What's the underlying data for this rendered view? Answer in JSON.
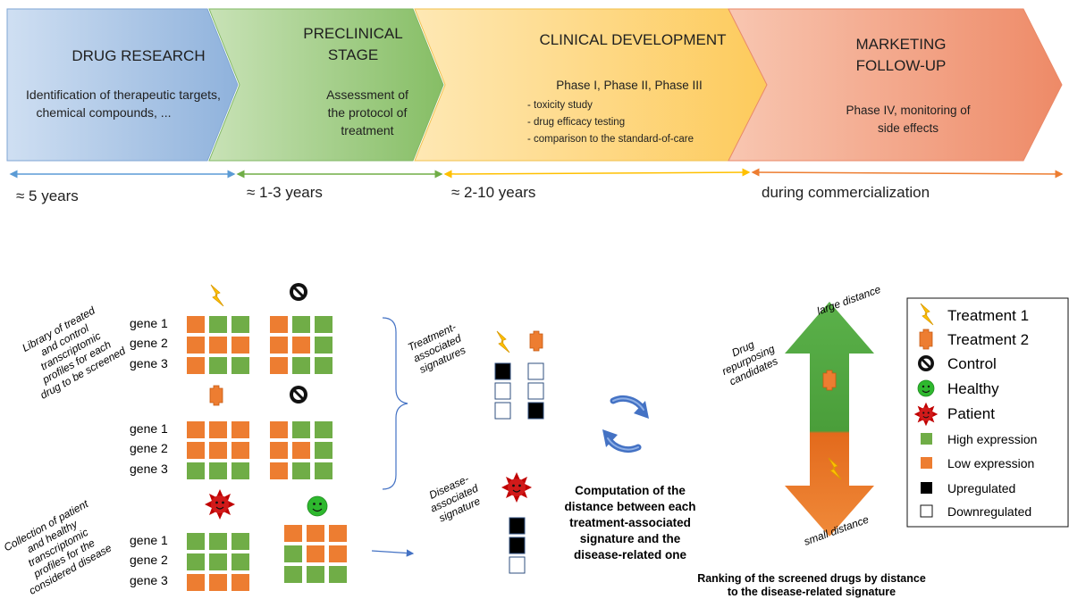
{
  "timeline": {
    "stages": [
      {
        "title_lines": [
          "DRUG RESEARCH"
        ],
        "desc_lines": [
          "Identification of therapeutic targets,",
          "chemical compounds, ..."
        ],
        "bullets": [],
        "color": "#a9c3e4"
      },
      {
        "title_lines": [
          "PRECLINICAL",
          "STAGE"
        ],
        "desc_lines": [
          "Assessment of",
          "the protocol of",
          "treatment"
        ],
        "bullets": [],
        "color": "#a3cf8a"
      },
      {
        "title_lines": [
          "CLINICAL DEVELOPMENT"
        ],
        "desc_lines": [
          "Phase I, Phase II, Phase III"
        ],
        "bullets": [
          "- toxicity study",
          "- drug efficacy testing",
          "- comparison to the standard-of-care"
        ],
        "color": "#fdd67e"
      },
      {
        "title_lines": [
          "MARKETING",
          "FOLLOW-UP"
        ],
        "desc_lines": [
          "Phase IV, monitoring of",
          "side effects"
        ],
        "bullets": [],
        "color": "#f4a285"
      }
    ],
    "durations": [
      {
        "label": "≈ 5 years",
        "color": "#5b9bd5"
      },
      {
        "label": "≈ 1-3 years",
        "color": "#70ad47"
      },
      {
        "label": "≈ 2-10 years",
        "color": "#ffc000"
      },
      {
        "label": "during commercialization",
        "color": "#ed7d31"
      }
    ]
  },
  "library_label": [
    "Library of treated",
    "and control",
    "transcriptomic",
    "profiles for each",
    "drug to be screened"
  ],
  "collection_label": [
    "Collection of patient",
    "and healthy",
    "transcriptomic",
    "profiles for the",
    "considered disease"
  ],
  "gene_labels": [
    "gene 1",
    "gene 2",
    "gene 3"
  ],
  "matrices": {
    "treatment1": [
      [
        "O",
        "G",
        "G"
      ],
      [
        "O",
        "O",
        "O"
      ],
      [
        "O",
        "G",
        "G"
      ]
    ],
    "control1": [
      [
        "O",
        "G",
        "G"
      ],
      [
        "O",
        "O",
        "G"
      ],
      [
        "O",
        "G",
        "G"
      ]
    ],
    "treatment2": [
      [
        "O",
        "O",
        "O"
      ],
      [
        "O",
        "O",
        "O"
      ],
      [
        "G",
        "G",
        "G"
      ]
    ],
    "control2": [
      [
        "O",
        "G",
        "G"
      ],
      [
        "O",
        "O",
        "G"
      ],
      [
        "O",
        "G",
        "G"
      ]
    ],
    "patient": [
      [
        "G",
        "G",
        "G"
      ],
      [
        "G",
        "G",
        "G"
      ],
      [
        "O",
        "O",
        "O"
      ]
    ],
    "healthy": [
      [
        "O",
        "O",
        "O"
      ],
      [
        "G",
        "O",
        "O"
      ],
      [
        "G",
        "G",
        "G"
      ]
    ]
  },
  "treatment_signature_label": [
    "Treatment-",
    "associated",
    "signatures"
  ],
  "disease_signature_label": [
    "Disease-",
    "associated",
    "signature"
  ],
  "signatures": {
    "treatment1": [
      "U",
      "D",
      "D"
    ],
    "treatment2": [
      "D",
      "D",
      "U"
    ],
    "disease": [
      "U",
      "U",
      "D"
    ]
  },
  "computation_text": [
    "Computation of the",
    "distance between each",
    "treatment-associated",
    "signature and the",
    "disease-related one"
  ],
  "ranking_text": [
    "Ranking of the screened drugs by distance",
    "to the disease-related signature"
  ],
  "arrow_labels": {
    "large": "large distance",
    "small": "small distance",
    "candidates": [
      "Drug",
      "repurposing",
      "candidates"
    ]
  },
  "legend": [
    {
      "icon": "lightning-icon",
      "label": "Treatment 1"
    },
    {
      "icon": "pill-icon",
      "label": "Treatment 2"
    },
    {
      "icon": "control-icon",
      "label": "Control"
    },
    {
      "icon": "healthy-face-icon",
      "label": "Healthy"
    },
    {
      "icon": "patient-virus-icon",
      "label": "Patient"
    },
    {
      "icon": "green-square-icon",
      "label": "High expression"
    },
    {
      "icon": "orange-square-icon",
      "label": "Low expression"
    },
    {
      "icon": "black-square-icon",
      "label": "Upregulated"
    },
    {
      "icon": "white-square-icon",
      "label": "Downregulated"
    }
  ],
  "colors": {
    "high": "#70ad47",
    "low": "#ed7d31",
    "up": "#000000",
    "down": "#ffffff",
    "arrow_top": "#5bb14a",
    "arrow_bottom": "#ed7d31",
    "virus": "#c00000",
    "healthy": "#2eb82e",
    "lightning": "#ffc000",
    "loop": "#4472c4"
  }
}
